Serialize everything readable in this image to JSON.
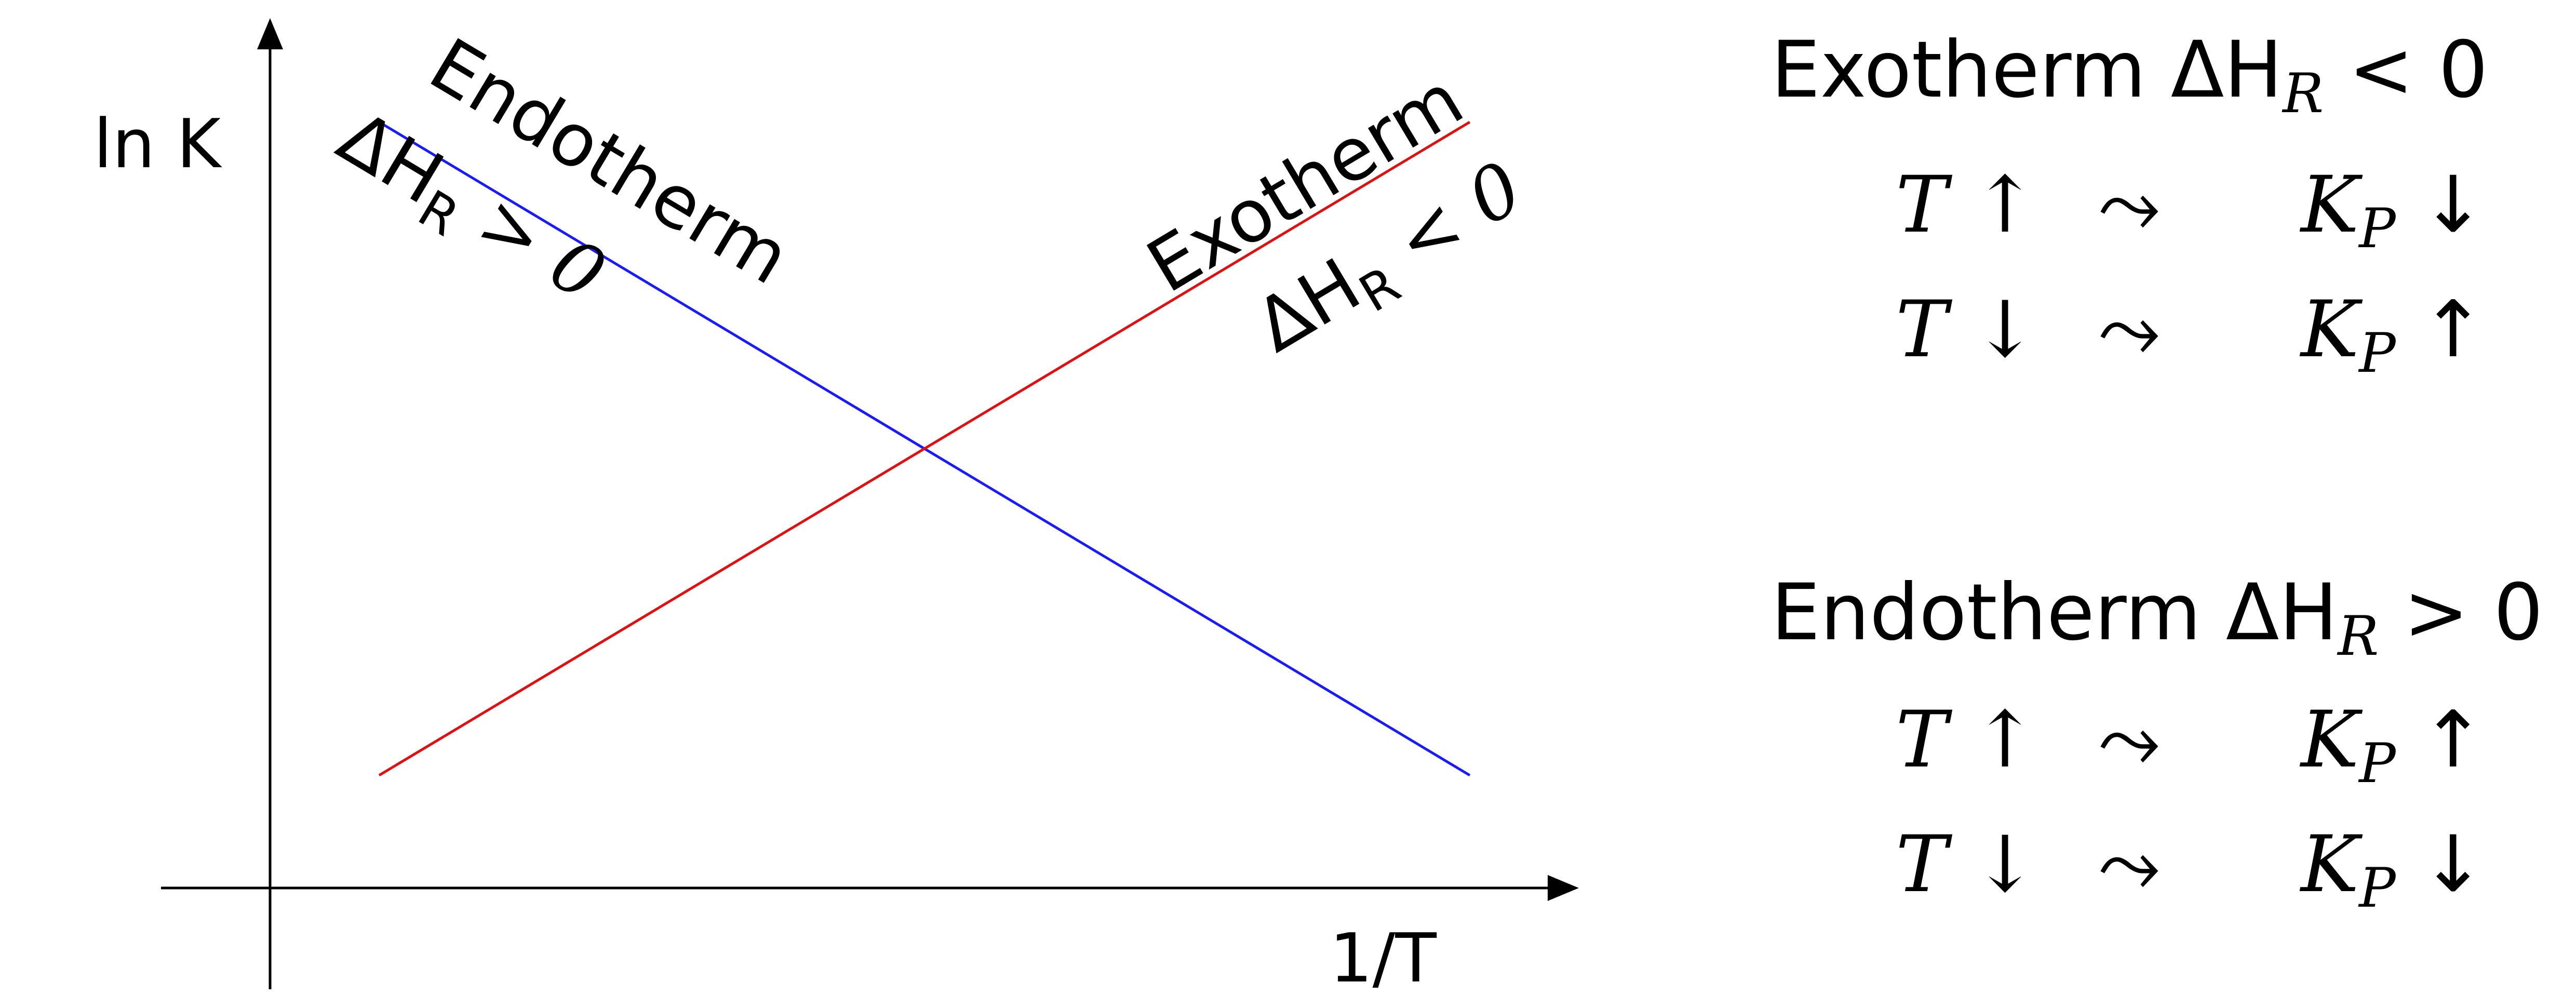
{
  "axes": {
    "y_label": "ln K",
    "x_label": "1/T",
    "color": "#000000"
  },
  "lines": {
    "endotherm": {
      "color": "#1a1aff",
      "label": "Endotherm",
      "delta_h": {
        "symbol": "ΔH",
        "sub": "R",
        "relation": "> 0"
      }
    },
    "exotherm": {
      "color": "#e01010",
      "label": "Exotherm",
      "delta_h": {
        "symbol": "ΔH",
        "sub": "R",
        "relation": "< 0"
      }
    }
  },
  "panels": {
    "exotherm": {
      "title": {
        "word": "Exotherm",
        "symbol": "ΔH",
        "sub": "R",
        "relation": "< 0"
      },
      "rows": [
        {
          "left": "T ↑",
          "arrow": "⤳",
          "right_main": "K",
          "right_sub": "P",
          "right_arrow": "↓"
        },
        {
          "left": "T ↓",
          "arrow": "⤳",
          "right_main": "K",
          "right_sub": "P",
          "right_arrow": "↑"
        }
      ]
    },
    "endotherm": {
      "title": {
        "word": "Endotherm",
        "symbol": "ΔH",
        "sub": "R",
        "relation": "> 0"
      },
      "rows": [
        {
          "left": "T ↑",
          "arrow": "⤳",
          "right_main": "K",
          "right_sub": "P",
          "right_arrow": "↑"
        },
        {
          "left": "T ↓",
          "arrow": "⤳",
          "right_main": "K",
          "right_sub": "P",
          "right_arrow": "↓"
        }
      ]
    }
  }
}
